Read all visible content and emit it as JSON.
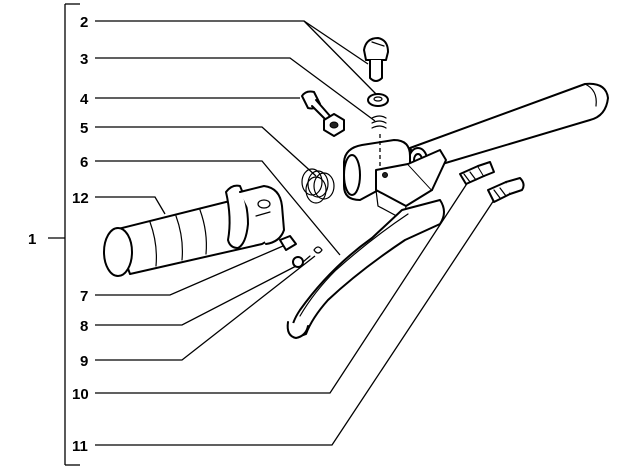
{
  "diagram": {
    "group_label": "1",
    "callouts": [
      {
        "id": "c2",
        "label": "2"
      },
      {
        "id": "c3",
        "label": "3"
      },
      {
        "id": "c4",
        "label": "4"
      },
      {
        "id": "c5",
        "label": "5"
      },
      {
        "id": "c6",
        "label": "6"
      },
      {
        "id": "c12",
        "label": "12"
      },
      {
        "id": "c7",
        "label": "7"
      },
      {
        "id": "c8",
        "label": "8"
      },
      {
        "id": "c9",
        "label": "9"
      },
      {
        "id": "c10",
        "label": "10"
      },
      {
        "id": "c11",
        "label": "11"
      }
    ]
  }
}
